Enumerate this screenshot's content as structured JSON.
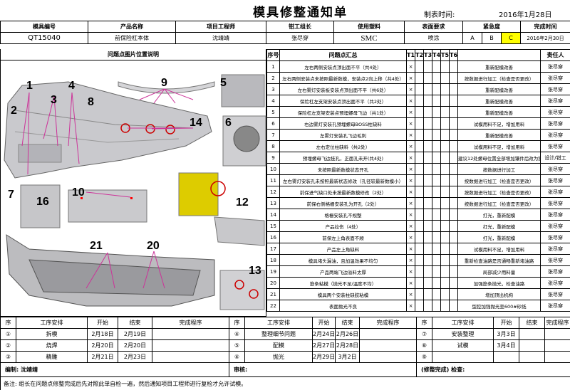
{
  "title": "模具修整通知单",
  "date_label": "制表时间:",
  "date_value": "2016年1月28日",
  "header": {
    "labels": [
      "模具编号",
      "产品名称",
      "项目工程师",
      "钳工组长",
      "使用塑料",
      "表面要求",
      "紧急度",
      "完成时间"
    ],
    "values": {
      "mold_no": "QT15040",
      "product": "前保险杠本体",
      "engineer": "沈靖靖",
      "fitter": "张尽穿",
      "plastic": "SMC",
      "surface": "喷涂",
      "urgency": [
        "A",
        "B",
        "C"
      ],
      "finish": "2016年2月30日"
    }
  },
  "left_header": "问题点图片位置说明",
  "callouts": [
    "1",
    "2",
    "3",
    "4",
    "5",
    "6",
    "7",
    "8",
    "9",
    "10",
    "12",
    "13",
    "14",
    "16",
    "20",
    "21"
  ],
  "issue_table": {
    "headers": [
      "序号",
      "问题点汇总",
      "T1",
      "T2",
      "T3",
      "T4",
      "T5",
      "T6",
      "",
      "责任人"
    ],
    "rows": [
      {
        "no": "1",
        "desc": "左右两侧安装点顶出面不平（共4处）",
        "mark": "×",
        "note": "重新配模改善",
        "owner": "张尽穿"
      },
      {
        "no": "2",
        "desc": "左右两侧安装点未按照最新数模，安装点2向上移（共4处）",
        "mark": "×",
        "note": "按数据进行加工（检查是否更改）",
        "owner": "张尽穿"
      },
      {
        "no": "3",
        "desc": "左右雾灯安装板安装点顶出面不平（共6处）",
        "mark": "×",
        "note": "重新配模改善",
        "owner": "张尽穿"
      },
      {
        "no": "4",
        "desc": "保险杠左支架安装点顶出面不平（共2处）",
        "mark": "×",
        "note": "重新配模改善",
        "owner": "张尽穿"
      },
      {
        "no": "5",
        "desc": "保险杠左支架安装点预埋螺母飞边（共1处）",
        "mark": "×",
        "note": "重新配模改善",
        "owner": "张尽穿"
      },
      {
        "no": "6",
        "desc": "右边雾灯安装孔预埋螺母BOSS柱缺料",
        "mark": "×",
        "note": "试模用料不足，增加用料",
        "owner": "张尽穿"
      },
      {
        "no": "7",
        "desc": "左雾灯安装孔飞边毛刺",
        "mark": "×",
        "note": "重新配模改善",
        "owner": "张尽穿"
      },
      {
        "no": "8",
        "desc": "左右定位柱缺料（共2处）",
        "mark": "×",
        "note": "试模用料不足，增加用料",
        "owner": "张尽穿"
      },
      {
        "no": "9",
        "desc": "预埋螺母飞边挂孔，正面孔未开(共4处)",
        "mark": "×",
        "note": "建议12处螺母位置全部增加镶件后改为独钳顶出",
        "owner": "设计/钳工"
      },
      {
        "no": "10",
        "desc": "未按照最新数模状态开孔",
        "mark": "×",
        "note": "按数据进行加工",
        "owner": "张尽穿"
      },
      {
        "no": "11",
        "desc": "左右雾灯安装孔未按照最新状态修改（孔径较最新数模小）",
        "mark": "×",
        "note": "按数据进行加工（检查是否更改）",
        "owner": "张尽穿"
      },
      {
        "no": "12",
        "desc": "前保进气缺口处未按最新数模修改（2处）",
        "mark": "×",
        "note": "按数据进行加工（检查是否更改）",
        "owner": "张尽穿"
      },
      {
        "no": "13",
        "desc": "前保右侧格栅安装孔为开孔（2处）",
        "mark": "×",
        "note": "按数据进行加工（检查是否更改）",
        "owner": "张尽穿"
      },
      {
        "no": "14",
        "desc": "格栅安装孔不规整",
        "mark": "×",
        "note": "打光，重新配模",
        "owner": "张尽穿"
      },
      {
        "no": "15",
        "desc": "产品拉伤（4处）",
        "mark": "×",
        "note": "打光，重新配模",
        "owner": "张尽穿"
      },
      {
        "no": "16",
        "desc": "前保左上角表面不顺",
        "mark": "×",
        "note": "打光，重新配模",
        "owner": "张尽穿"
      },
      {
        "no": "17",
        "desc": "产品左上角缺料",
        "mark": "×",
        "note": "试模用料不足，增加用料",
        "owner": "张尽穿"
      },
      {
        "no": "18",
        "desc": "模具堵头漏油，且加温效果不均匀",
        "mark": "×",
        "note": "重新检查油路是否通畅重新堵油路",
        "owner": "张尽穿"
      },
      {
        "no": "19",
        "desc": "产品两端飞边溢料太厚",
        "mark": "×",
        "note": "局部减少用料量",
        "owner": "张尽穿"
      },
      {
        "no": "20",
        "desc": "筋条粘模（抛光不足/温度不均）",
        "mark": "×",
        "note": "加强筋条抛光，检查油路",
        "owner": "张尽穿"
      },
      {
        "no": "21",
        "desc": "模具两个安装柱缺胶粘模",
        "mark": "×",
        "note": "增加顶出机构",
        "owner": "张尽穿"
      },
      {
        "no": "22",
        "desc": "表面抛光不良",
        "mark": "×",
        "note": "型腔加强抛光至600#砂纸",
        "owner": "张尽穿"
      }
    ]
  },
  "schedule": {
    "headers": [
      "序",
      "工序安排",
      "开始",
      "结束",
      "完成程序"
    ],
    "groups": [
      [
        {
          "no": "①",
          "task": "拆模",
          "start": "2月18日",
          "end": "2月19日",
          "done": ""
        },
        {
          "no": "②",
          "task": "烧焊",
          "start": "2月20日",
          "end": "2月20日",
          "done": ""
        },
        {
          "no": "③",
          "task": "精雕",
          "start": "2月21日",
          "end": "2月23日",
          "done": ""
        }
      ],
      [
        {
          "no": "④",
          "task": "整理细节问题",
          "start": "2月24日",
          "end": "2月26日",
          "done": ""
        },
        {
          "no": "⑤",
          "task": "配模",
          "start": "2月27日",
          "end": "2月28日",
          "done": ""
        },
        {
          "no": "⑥",
          "task": "抛光",
          "start": "2月29日",
          "end": "3月2日",
          "done": ""
        }
      ],
      [
        {
          "no": "⑦",
          "task": "安装整理",
          "start": "3月3日",
          "end": "",
          "done": ""
        },
        {
          "no": "⑧",
          "task": "试模",
          "start": "3月4日",
          "end": "",
          "done": ""
        },
        {
          "no": "⑨",
          "task": "",
          "start": "",
          "end": "",
          "done": ""
        }
      ]
    ]
  },
  "sign": {
    "compiled": "编制: 沈靖靖",
    "review": "审核:",
    "inspect": "(修整完成) 检查:"
  },
  "footnote": "备注: 组长在问题点修整完成后先对照此单自检一遍，然后通知项目工程师进行复检才允许试模。",
  "colors": {
    "highlight_yellow": "#ffff00",
    "callout": "#cc3399",
    "marker": "#ff0000"
  }
}
